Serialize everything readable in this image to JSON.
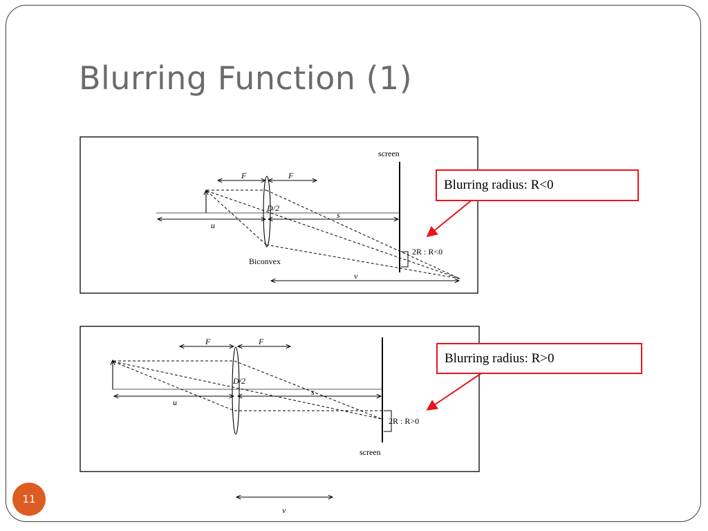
{
  "slide": {
    "title": "Blurring Function (1)",
    "page_number": "11"
  },
  "diagram1": {
    "screen_label": "screen",
    "f_left": "F",
    "f_right": "F",
    "half_aperture": "D/2",
    "s_label": "s",
    "u_label": "u",
    "lens_label": "Biconvex",
    "blur_label": "2R : R<0",
    "v_label": "v"
  },
  "diagram2": {
    "screen_label": "screen",
    "f_left": "F",
    "f_right": "F",
    "half_aperture": "D/2",
    "s_label": "s",
    "u_label": "u",
    "blur_label": "2R : R>0",
    "v_label": "v"
  },
  "callouts": {
    "negative": "Blurring radius: R<0",
    "positive": "Blurring radius: R>0"
  },
  "colors": {
    "callout_border": "#e8151b",
    "arrow": "#e8151b",
    "page_badge": "#dc5c21",
    "title": "#6b6b6b"
  }
}
